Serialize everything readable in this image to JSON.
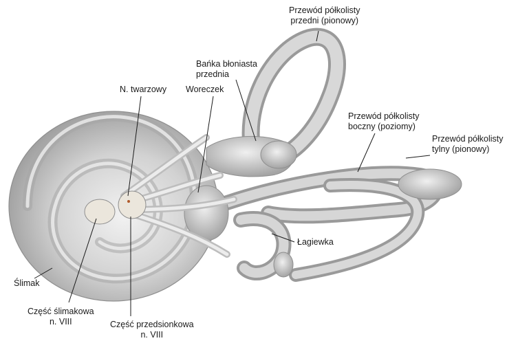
{
  "labels": {
    "anterior_canal": [
      "Przewód półkolisty",
      "przedni (pionowy)"
    ],
    "anterior_ampulla": [
      "Bańka błoniasta",
      "przednia"
    ],
    "facial_nerve": [
      "N. twarzowy"
    ],
    "saccule": [
      "Woreczek"
    ],
    "lateral_canal": [
      "Przewód półkolisty",
      "boczny (poziomy)"
    ],
    "posterior_canal": [
      "Przewód półkolisty",
      "tylny (pionowy)"
    ],
    "utricle": [
      "Łagiewka"
    ],
    "cochlea": [
      "Ślimak"
    ],
    "cochlear_part": [
      "Część ślimakowa",
      "n. VIII"
    ],
    "vestibular_part": [
      "Część przedsionkowa",
      "n. VIII"
    ]
  },
  "colors": {
    "membrane_fill": "#d6d6d6",
    "membrane_shade": "#9c9c9c",
    "membrane_light": "#ececec",
    "nerve_fill": "#ebe6dc",
    "text": "#1a1a1a"
  }
}
